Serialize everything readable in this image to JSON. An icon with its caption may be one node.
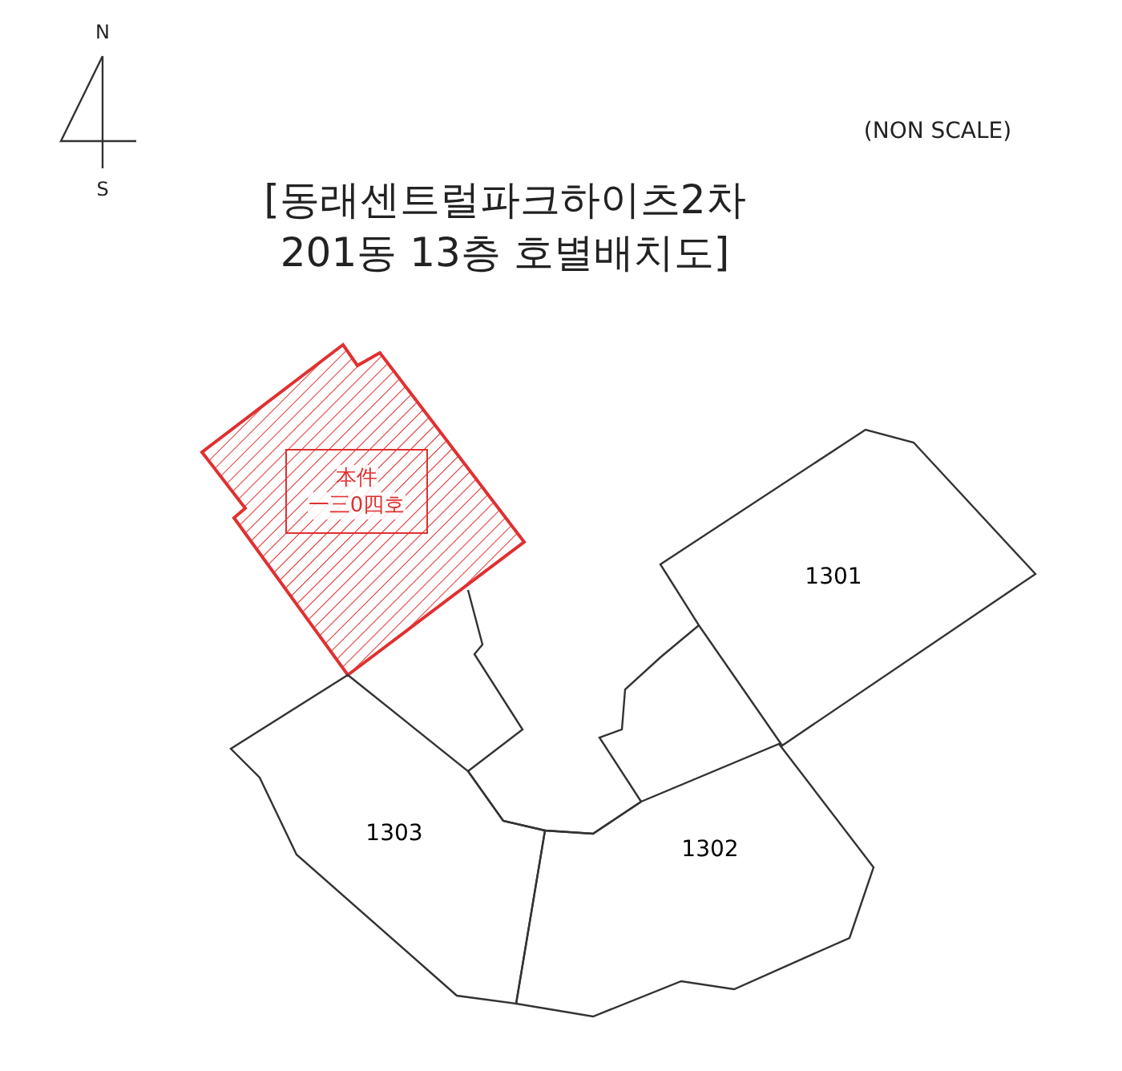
{
  "diagram": {
    "title": "[동래센트럴파크하이츠2차 201동 13층 호별배치도]",
    "nodes": [
      {
        "text": [
          "本件",
          "一三0四호"
        ]
      },
      {
        "text": [
          "1301"
        ]
      },
      {
        "text": [
          "1302"
        ]
      },
      {
        "text": [
          "1303"
        ]
      }
    ],
    "labels": [
      "N",
      "S",
      "(NON SCALE)"
    ]
  }
}
